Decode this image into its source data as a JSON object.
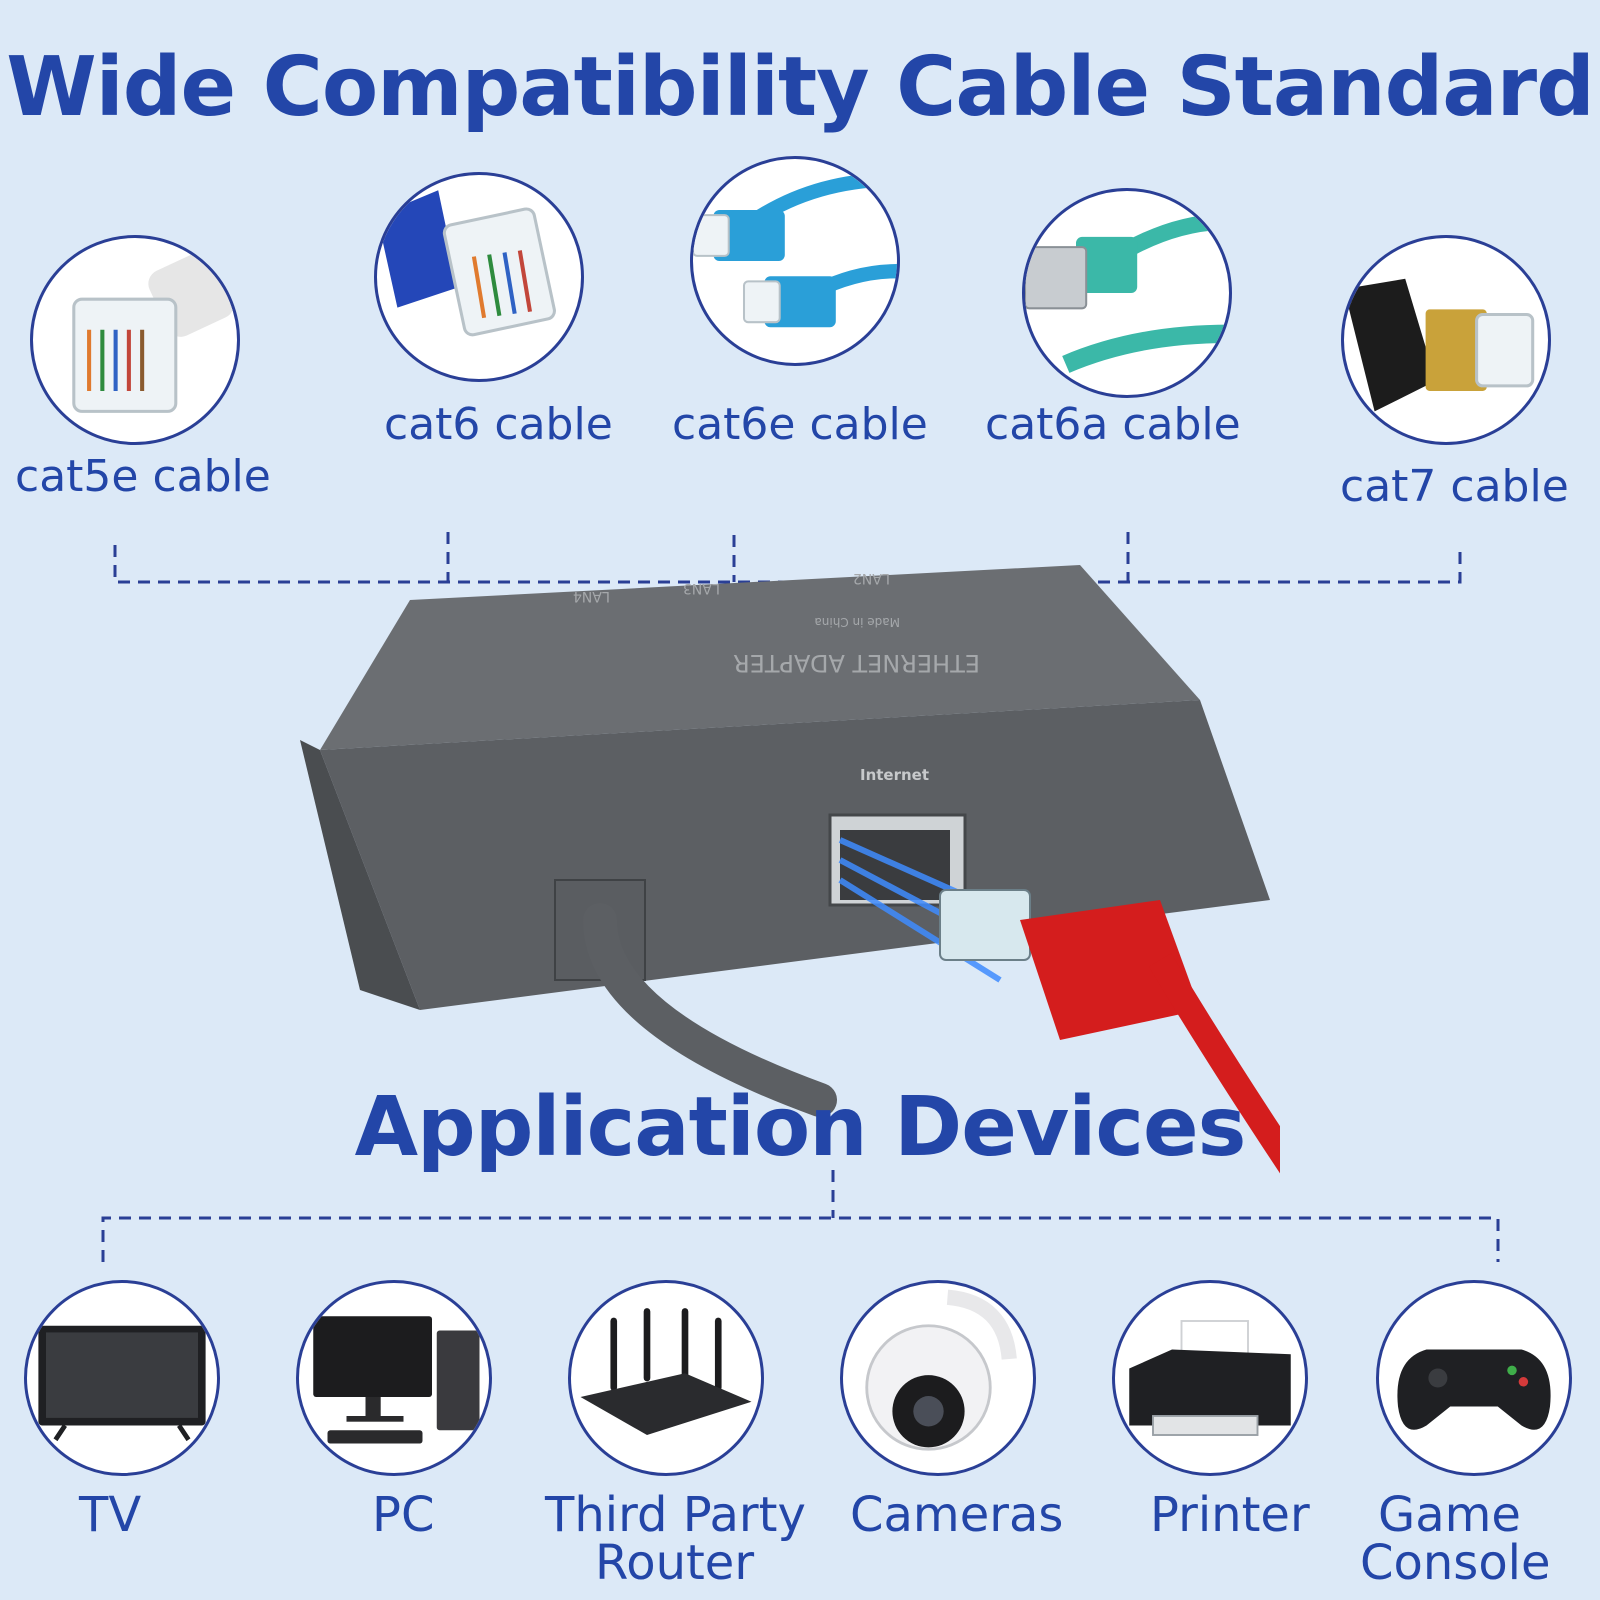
{
  "headline_top": "Wide Compatibility Cable Standard",
  "headline_mid": "Application Devices",
  "cables": [
    {
      "label": "cat5e cable",
      "icon": "cat5e-connector-icon"
    },
    {
      "label": "cat6 cable",
      "icon": "cat6-connector-icon"
    },
    {
      "label": "cat6e cable",
      "icon": "cat6e-connector-icon"
    },
    {
      "label": "cat6a cable",
      "icon": "cat6a-connector-icon"
    },
    {
      "label": "cat7 cable",
      "icon": "cat7-connector-icon"
    }
  ],
  "adapter": {
    "name_line": "ETHERNET ADAPTER",
    "made_in": "Made in China",
    "port_labels": [
      "LAN4",
      "LAN3",
      "LAN2"
    ],
    "internet_label": "Internet"
  },
  "devices": [
    {
      "label_line1": "TV",
      "label_line2": "",
      "icon": "tv-icon"
    },
    {
      "label_line1": "PC",
      "label_line2": "",
      "icon": "pc-icon"
    },
    {
      "label_line1": "Third Party",
      "label_line2": "Router",
      "icon": "router-icon"
    },
    {
      "label_line1": "Cameras",
      "label_line2": "",
      "icon": "camera-icon"
    },
    {
      "label_line1": "Printer",
      "label_line2": "",
      "icon": "printer-icon"
    },
    {
      "label_line1": "Game",
      "label_line2": "Console",
      "icon": "gamepad-icon"
    }
  ],
  "colors": {
    "background": "#dce9f7",
    "accent": "#2346a8",
    "ring": "#2a3f96",
    "adapter": "#5f6266",
    "cable_red": "#d41d1d"
  }
}
